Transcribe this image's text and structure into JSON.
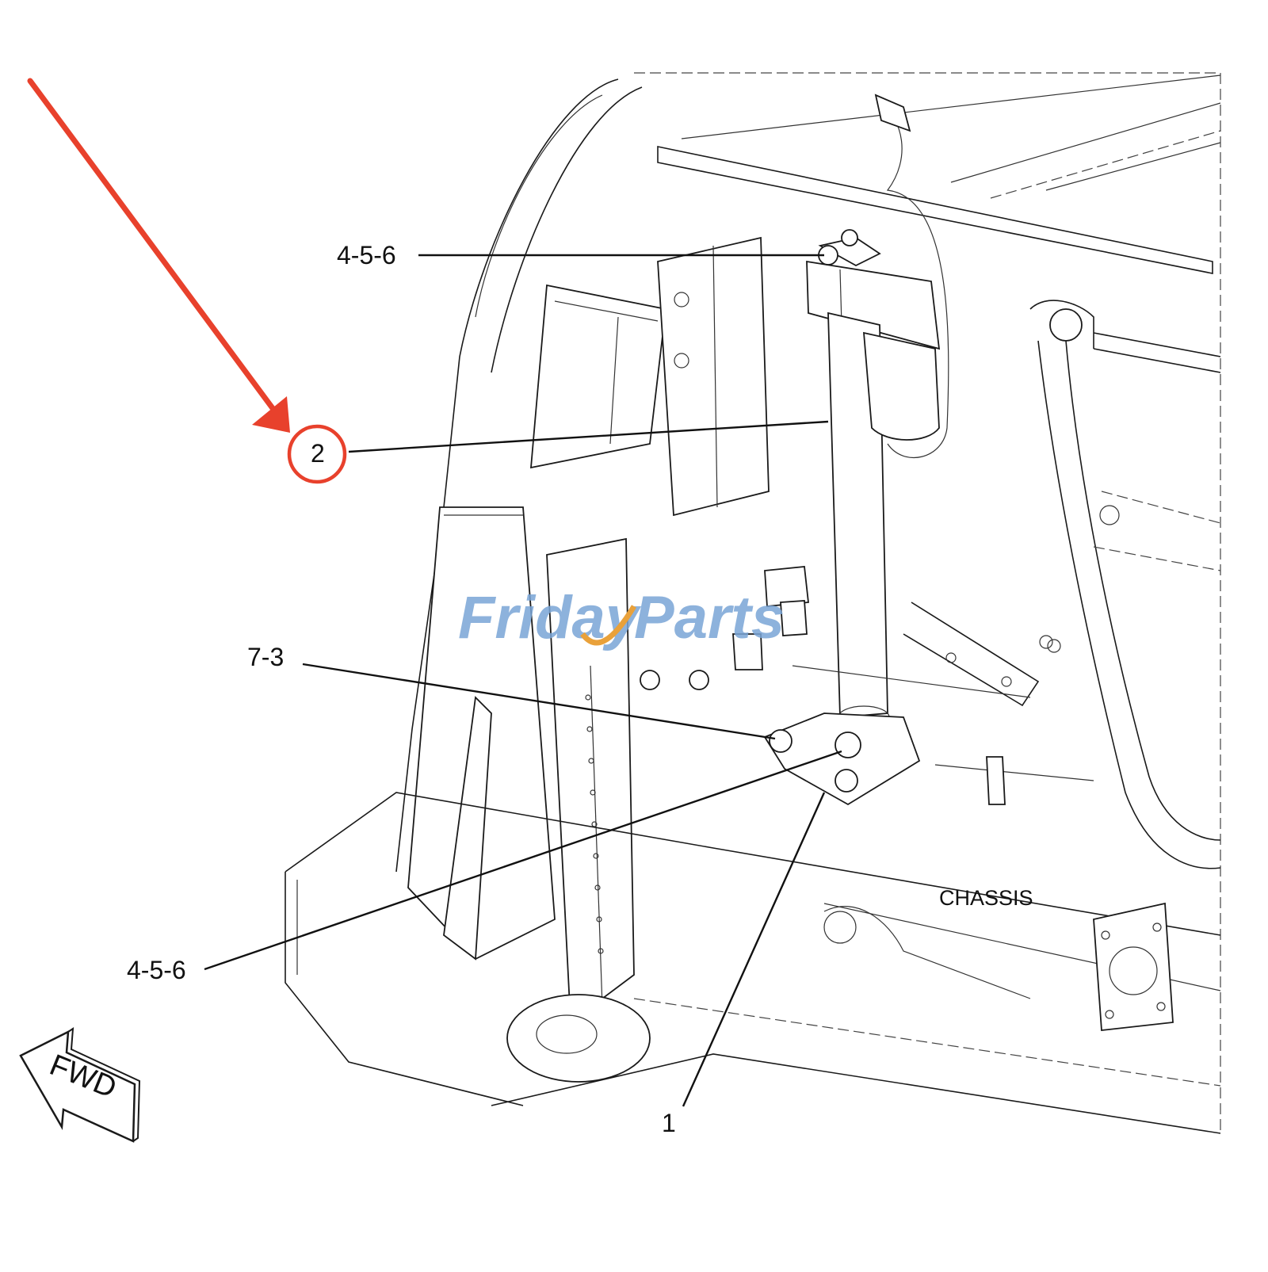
{
  "callouts": {
    "top_456": "4-5-6",
    "item_2": "2",
    "item_73": "7-3",
    "bottom_456": "4-5-6",
    "item_1": "1"
  },
  "labels": {
    "chassis": "CHASSIS",
    "fwd": "FWD"
  },
  "watermark": {
    "part_a": "Friday",
    "part_b": "Parts"
  },
  "colors": {
    "highlight_arrow": "#e8412c",
    "watermark_blue": "#7aa5d6",
    "watermark_orange": "#e9a13a",
    "line_art": "#1a1a1a"
  },
  "icons": {
    "fwd_arrow": "fwd-arrow-icon",
    "highlight_arrow": "red-pointer-arrow-icon",
    "highlight_circle": "highlight-circle-icon"
  }
}
